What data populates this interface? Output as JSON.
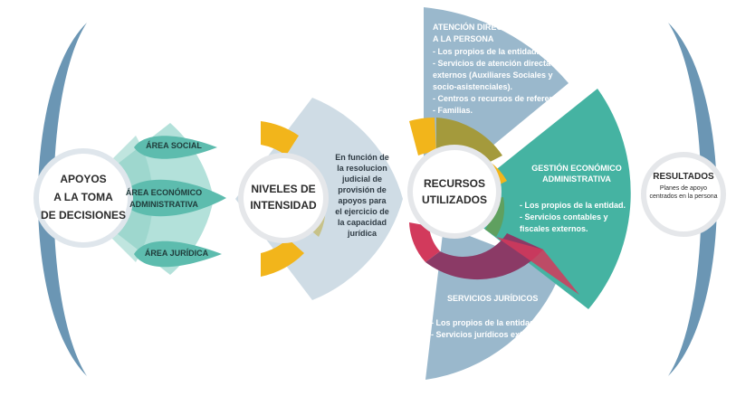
{
  "colors": {
    "bracket": "#6b96b4",
    "teal_light": "#a6dcd3",
    "teal_mid": "#5dbcae",
    "teal_dark": "#45b3a2",
    "gray_blue": "#c7d6e0",
    "slate_blue": "#9ab8cc",
    "yellow": "#f2b51b",
    "olive": "#a49a3c",
    "crimson": "#d23a5c",
    "plum": "#8b3a66",
    "gray_light": "#e5e7ea"
  },
  "apoyos": {
    "title_lines": [
      "APOYOS",
      "A LA TOMA",
      "DE DECISIONES"
    ],
    "areas": [
      "ÁREA SOCIAL",
      "ÁREA ECONÓMICO ADMINISTRATIVA",
      "ÁREA JURÍDICA"
    ]
  },
  "niveles": {
    "title_lines": [
      "NIVELES DE",
      "INTENSIDAD"
    ],
    "description_lines": [
      "En función de",
      "la resolucion",
      "judicial de",
      "provisión de",
      "apoyos para",
      "el ejercicio de",
      "la capacidad",
      "jurídica"
    ]
  },
  "recursos": {
    "title_lines": [
      "RECURSOS",
      "UTILIZADOS"
    ],
    "atencion": {
      "title_lines": [
        "ATENCIÓN DIRECTA",
        "A LA PERSONA"
      ],
      "items": [
        "- Los propios de la entidad.",
        "- Servicios de atención directa",
        "externos (Auxiliares Sociales y",
        "socio-asistenciales).",
        "- Centros o recursos de referencia.",
        "- Familias."
      ]
    },
    "gestion": {
      "title_lines": [
        "GESTIÓN ECONÓMICO",
        "ADMINISTRATIVA"
      ],
      "items": [
        "- Los propios de la entidad.",
        "- Servicios contables y",
        "fiscales externos."
      ]
    },
    "juridicos": {
      "title": "SERVICIOS JURÍDICOS",
      "items": [
        "- Los propios de la entidad.",
        "- Servicios jurídicos externos."
      ]
    }
  },
  "resultados": {
    "title": "RESULTADOS",
    "subtitle_lines": [
      "Planes de apoyo",
      "centrados en la persona"
    ]
  }
}
